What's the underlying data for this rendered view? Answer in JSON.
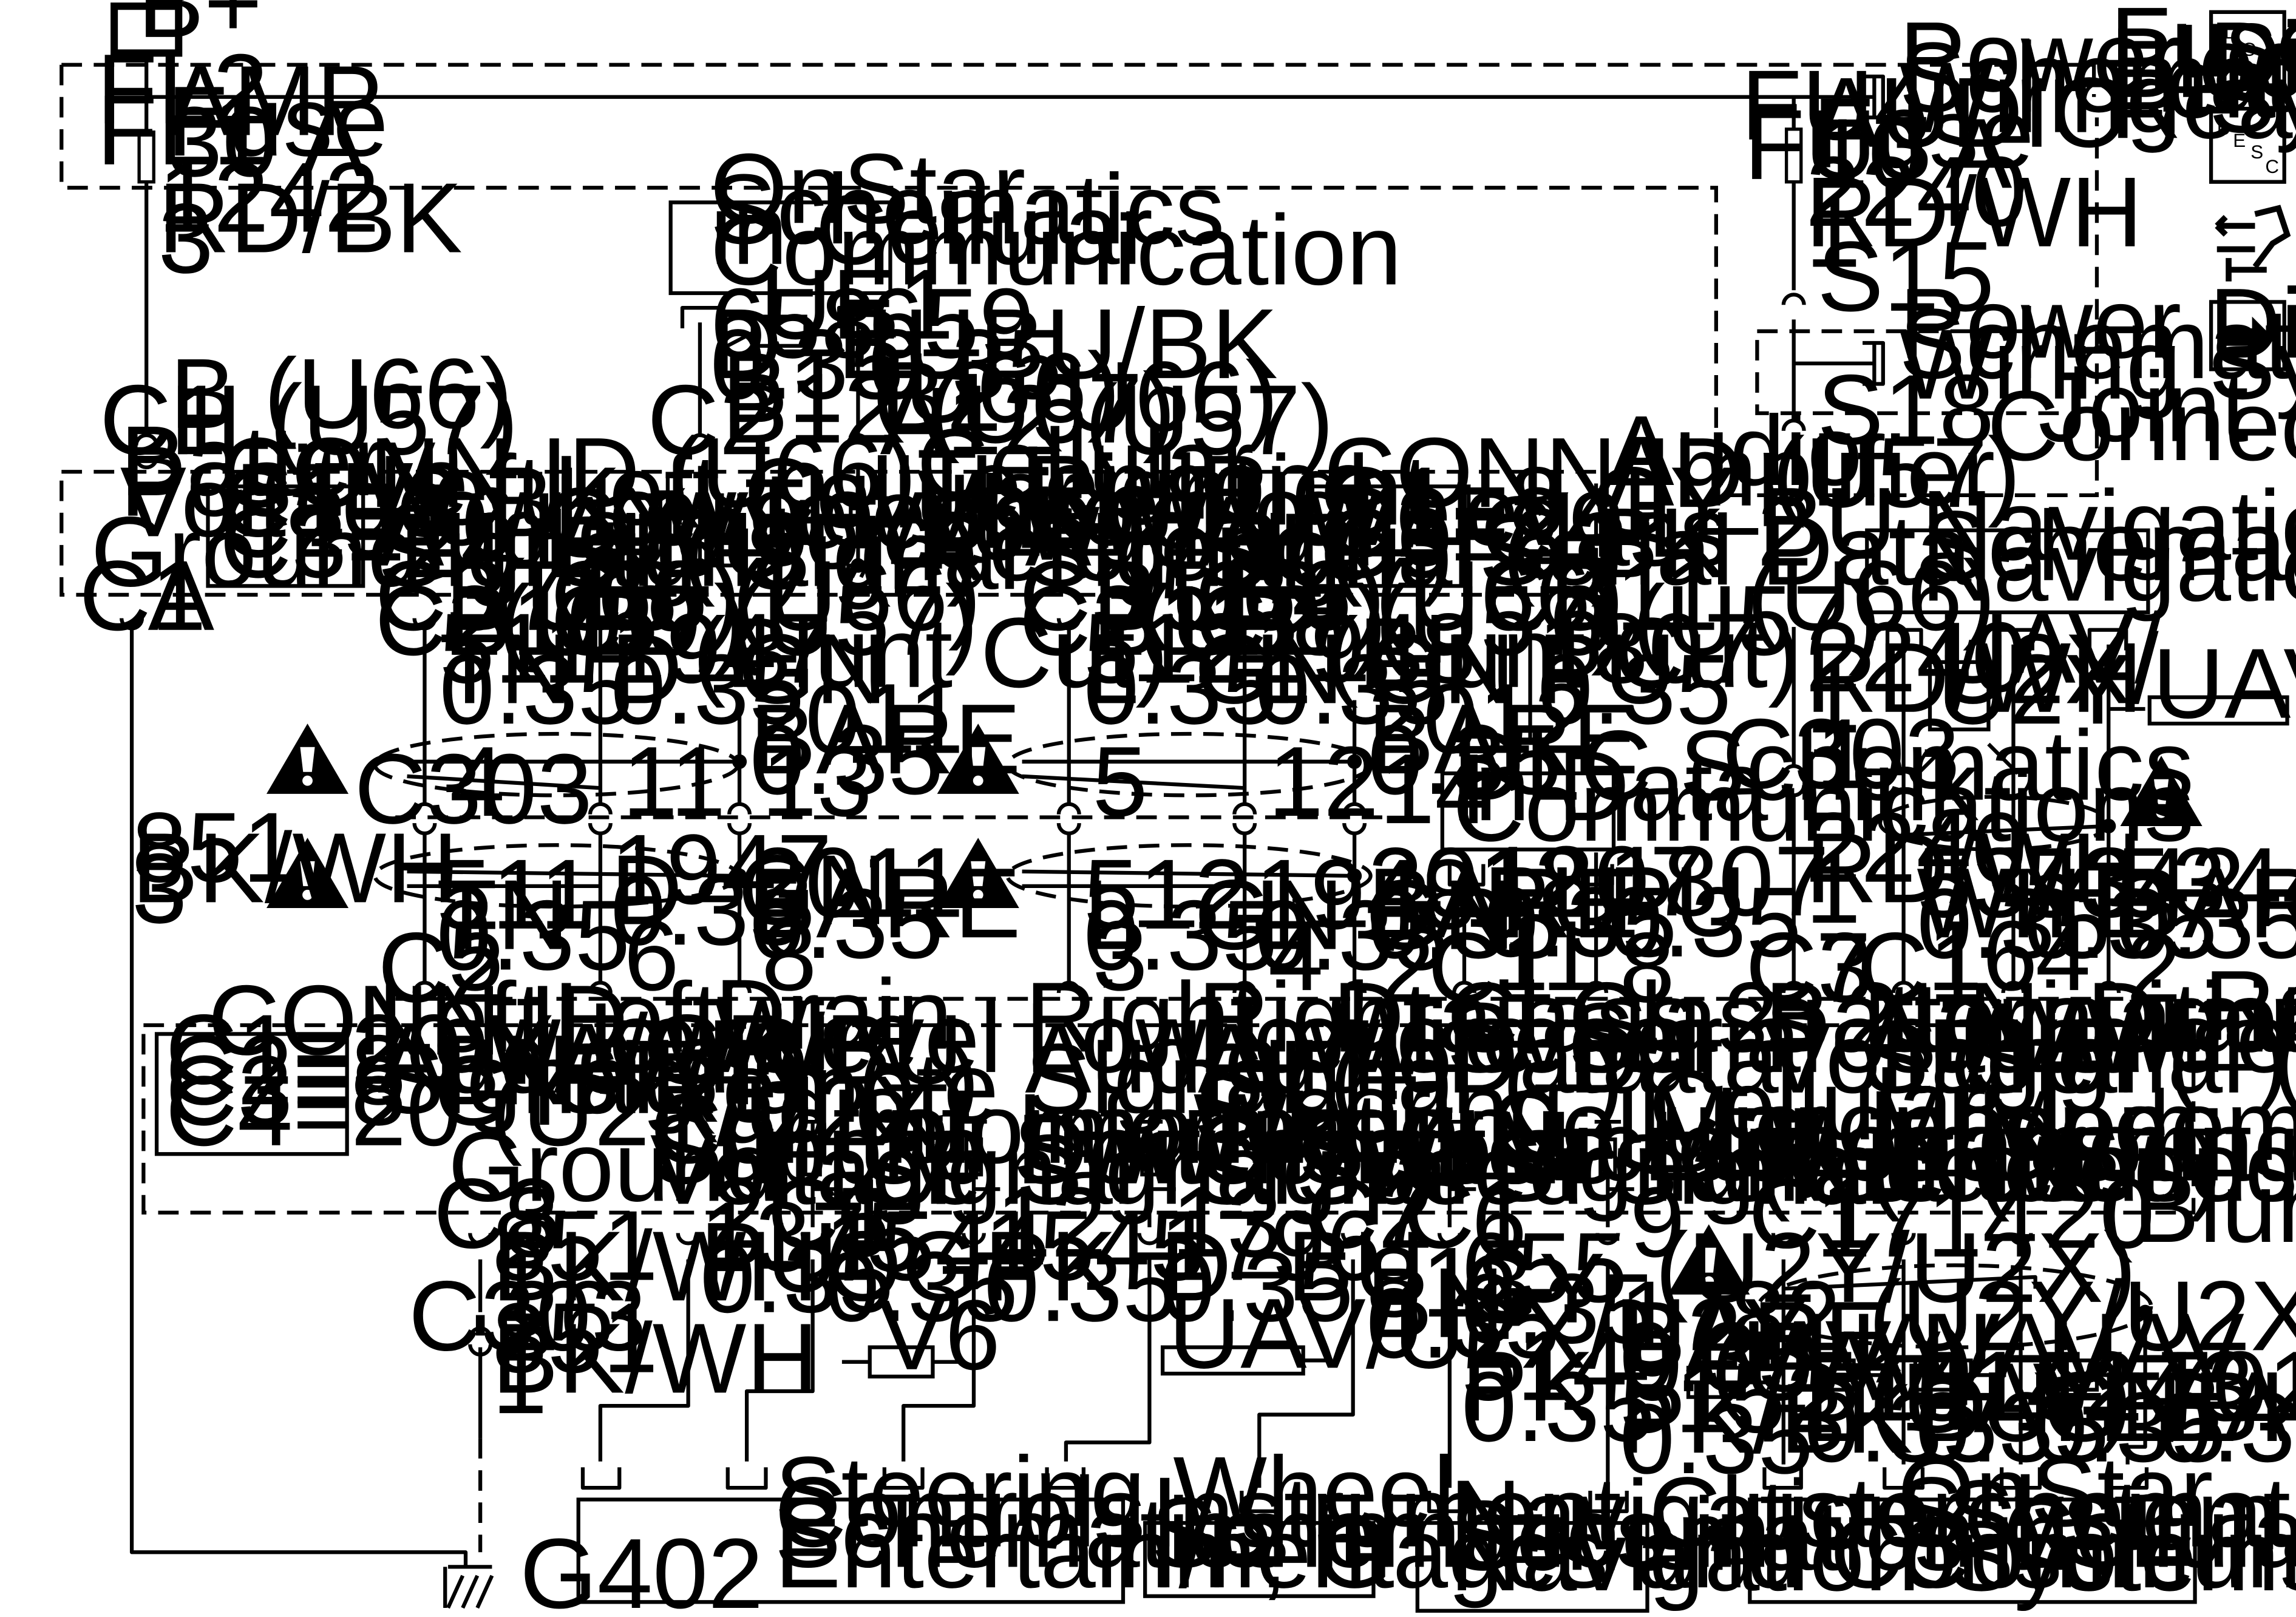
{
  "ink": "#000000",
  "paper": "#ffffff",
  "nav_icons": [
    {
      "name": "loc-icon",
      "letters": [
        "L",
        "O",
        "C"
      ]
    },
    {
      "name": "desc-icon",
      "letters": [
        "D",
        "E",
        "S",
        "C"
      ]
    },
    {
      "name": "connector-tool-icon"
    },
    {
      "name": "next-arrow-icon"
    }
  ],
  "labels": [
    {
      "t": "B+",
      "cls": "power-source"
    },
    {
      "t": "FL2"
    },
    {
      "t": "FL1"
    },
    {
      "t": "AMP"
    },
    {
      "t": "Fuse"
    },
    {
      "t": "30 A"
    },
    {
      "t": "Fuse"
    },
    {
      "t": "Block –"
    },
    {
      "t": "Left"
    },
    {
      "t": "Rear"
    },
    {
      "t": "Power Distribution"
    },
    {
      "t": "Schematics in"
    },
    {
      "t": "Wiring Systems"
    },
    {
      "t": "FU4"
    },
    {
      "t": "FU3"
    },
    {
      "t": "AUDIO"
    },
    {
      "t": "Fuse"
    },
    {
      "t": "10 A"
    },
    {
      "t": "1242"
    },
    {
      "t": "RD/BK"
    },
    {
      "t": "3"
    },
    {
      "t": "OnStar"
    },
    {
      "t": "Schematics"
    },
    {
      "t": "in Cellular"
    },
    {
      "t": "Communication"
    },
    {
      "t": "UE1"
    },
    {
      "t": "658"
    },
    {
      "t": "D–BU"
    },
    {
      "t": "0.35"
    },
    {
      "t": "659"
    },
    {
      "t": "L–BU/BK"
    },
    {
      "t": "0.35"
    },
    {
      "t": "2240"
    },
    {
      "t": "RD/WH"
    },
    {
      "t": "1"
    },
    {
      "t": "S15"
    },
    {
      "t": "Power Distribution"
    },
    {
      "t": "Schematics in"
    },
    {
      "t": "Wiring Systems"
    },
    {
      "t": "S18"
    },
    {
      "t": "Joint"
    },
    {
      "t": "Connector"
    },
    {
      "t": "B (U66)"
    },
    {
      "t": "H (U57)"
    },
    {
      "t": "C1"
    },
    {
      "t": "B1 (U66)"
    },
    {
      "t": "B12 (U57)"
    },
    {
      "t": "C2"
    },
    {
      "t": "B2 (U66)"
    },
    {
      "t": "A12 (U57)"
    },
    {
      "t": "Audio"
    },
    {
      "t": "Amplifier"
    },
    {
      "t": "Battery"
    },
    {
      "t": "Positive"
    },
    {
      "t": "Voltage"
    },
    {
      "t": "Ground"
    },
    {
      "t": "CONN ID (U66)"
    },
    {
      "t": "C1=2 BK"
    },
    {
      "t": "C2=16 GY"
    },
    {
      "t": "C3=24 L–BU"
    },
    {
      "t": "Left"
    },
    {
      "t": "Low Level"
    },
    {
      "t": "Audio"
    },
    {
      "t": "Signal (+)"
    },
    {
      "t": "Left"
    },
    {
      "t": "Low Level"
    },
    {
      "t": "Audio"
    },
    {
      "t": "Signal (–)"
    },
    {
      "t": "Cellular"
    },
    {
      "t": "Telephone"
    },
    {
      "t": "Voice"
    },
    {
      "t": "Signal"
    },
    {
      "t": "Cellular"
    },
    {
      "t": "Telephone"
    },
    {
      "t": "Voice"
    },
    {
      "t": "Low"
    },
    {
      "t": "Reference"
    },
    {
      "t": "Right"
    },
    {
      "t": "Low Level"
    },
    {
      "t": "Audio"
    },
    {
      "t": "Signal (+)"
    },
    {
      "t": "Right"
    },
    {
      "t": "Low Level"
    },
    {
      "t": "Audio"
    },
    {
      "t": "Signal (–)"
    },
    {
      "t": "CONN ID (U57)"
    },
    {
      "t": "C1=8 GY"
    },
    {
      "t": "C2=24 L–BU"
    },
    {
      "t": "C3=6 BK"
    },
    {
      "t": "Class 2"
    },
    {
      "t": "Serial Data"
    },
    {
      "t": "Navigation System"
    },
    {
      "t": "Schematics in"
    },
    {
      "t": "Navigation Systems"
    },
    {
      "t": "C1"
    },
    {
      "t": "A"
    },
    {
      "t": "C3"
    },
    {
      "t": "C2"
    },
    {
      "t": "B7"
    },
    {
      "t": "(U66)"
    },
    {
      "t": "B10"
    },
    {
      "t": "(U57)"
    },
    {
      "t": "C3"
    },
    {
      "t": "C2"
    },
    {
      "t": "B6 (U66)"
    },
    {
      "t": "B9 (U57)"
    },
    {
      "t": "C3"
    },
    {
      "t": "C2"
    },
    {
      "t": "B5"
    },
    {
      "t": "(U66)"
    },
    {
      "t": "B11"
    },
    {
      "t": "(U57)"
    },
    {
      "t": "C3"
    },
    {
      "t": "C2"
    },
    {
      "t": "B4 (U66)"
    },
    {
      "t": "B8 (U57)"
    },
    {
      "t": "C3"
    },
    {
      "t": "B11 (U66)"
    },
    {
      "t": "6 (U57)"
    },
    {
      "t": "511"
    },
    {
      "t": "TN"
    },
    {
      "t": "0.35"
    },
    {
      "t": "1947"
    },
    {
      "t": "D–GN"
    },
    {
      "t": "0.35"
    },
    {
      "t": "(Blunt Cut)"
    },
    {
      "t": "512"
    },
    {
      "t": "L–GN"
    },
    {
      "t": "0.35"
    },
    {
      "t": "1948"
    },
    {
      "t": "L–GN"
    },
    {
      "t": "0.35"
    },
    {
      "t": "(Blunt Cut)"
    },
    {
      "t": "1807"
    },
    {
      "t": "PU"
    },
    {
      "t": "0.35"
    },
    {
      "t": "UAV/"
    },
    {
      "t": "U2X/"
    },
    {
      "t": "U2Y"
    },
    {
      "t": "UAV/U2X/U2Y"
    },
    {
      "t": "2011"
    },
    {
      "t": "BARE"
    },
    {
      "t": "0.35"
    },
    {
      "t": "2012"
    },
    {
      "t": "BARE"
    },
    {
      "t": "0.35"
    },
    {
      "t": "DLC Schematics"
    },
    {
      "t": "in Data Link"
    },
    {
      "t": "Communications"
    },
    {
      "t": "2240"
    },
    {
      "t": "RD/WH"
    },
    {
      "t": "1"
    },
    {
      "t": "C303"
    },
    {
      "t": "4"
    },
    {
      "t": "11"
    },
    {
      "t": "13"
    },
    {
      "t": "5"
    },
    {
      "t": "12"
    },
    {
      "t": "14"
    },
    {
      "t": "C303"
    },
    {
      "t": "1"
    },
    {
      "t": "851"
    },
    {
      "t": "BK/WH"
    },
    {
      "t": "3"
    },
    {
      "t": "511"
    },
    {
      "t": "TN"
    },
    {
      "t": "0.35"
    },
    {
      "t": "1947"
    },
    {
      "t": "D–GN"
    },
    {
      "t": "0.35"
    },
    {
      "t": "2011"
    },
    {
      "t": "BARE"
    },
    {
      "t": "0.35"
    },
    {
      "t": "512"
    },
    {
      "t": "L–GN"
    },
    {
      "t": "0.35"
    },
    {
      "t": "1948"
    },
    {
      "t": "L–GN"
    },
    {
      "t": "0.35"
    },
    {
      "t": "2012"
    },
    {
      "t": "BARE"
    },
    {
      "t": "0.35"
    },
    {
      "t": "1807"
    },
    {
      "t": "PU"
    },
    {
      "t": "0.35"
    },
    {
      "t": "1807"
    },
    {
      "t": "PU"
    },
    {
      "t": "0.35"
    },
    {
      "t": "2240"
    },
    {
      "t": "RD/WH"
    },
    {
      "t": "1"
    },
    {
      "t": "5343"
    },
    {
      "t": "WH"
    },
    {
      "t": "0.35"
    },
    {
      "t": "5342"
    },
    {
      "t": "YE"
    },
    {
      "t": "0.35"
    },
    {
      "t": "5344"
    },
    {
      "t": "BARE"
    },
    {
      "t": "0.35"
    },
    {
      "t": "C2"
    },
    {
      "t": "5"
    },
    {
      "t": "6"
    },
    {
      "t": "8"
    },
    {
      "t": "3"
    },
    {
      "t": "4"
    },
    {
      "t": "2"
    },
    {
      "t": "C1"
    },
    {
      "t": "11"
    },
    {
      "t": "8"
    },
    {
      "t": "C3"
    },
    {
      "t": "7"
    },
    {
      "t": "C1"
    },
    {
      "t": "16"
    },
    {
      "t": "4"
    },
    {
      "t": "2"
    },
    {
      "t": "Radio"
    },
    {
      "t": "CONN ID"
    },
    {
      "t": "C1=20 YE/GR/BU"
    },
    {
      "t": "C2=8 BN"
    },
    {
      "t": "C3=8 GY"
    },
    {
      "t": "C4=20 (U2Y/U2X)"
    },
    {
      "t": "Left"
    },
    {
      "t": "Low Level"
    },
    {
      "t": "Audio"
    },
    {
      "t": "Signal (+)"
    },
    {
      "t": "Left"
    },
    {
      "t": "Low Level"
    },
    {
      "t": "Audio"
    },
    {
      "t": "Signal (–)"
    },
    {
      "t": "Drain"
    },
    {
      "t": "Wire"
    },
    {
      "t": "Right"
    },
    {
      "t": "Low Level"
    },
    {
      "t": "Audio"
    },
    {
      "t": "Signal (+)"
    },
    {
      "t": "Right"
    },
    {
      "t": "Low Level"
    },
    {
      "t": "Audio"
    },
    {
      "t": "Signal (–)"
    },
    {
      "t": "Drain"
    },
    {
      "t": "Wire"
    },
    {
      "t": "Class 2"
    },
    {
      "t": "Serial"
    },
    {
      "t": "Data"
    },
    {
      "t": "Class 2"
    },
    {
      "t": "Serial"
    },
    {
      "t": "Data"
    },
    {
      "t": "Battery"
    },
    {
      "t": "Positive"
    },
    {
      "t": "Voltage"
    },
    {
      "t": "Navigation"
    },
    {
      "t": "Audio"
    },
    {
      "t": "Signal (–)"
    },
    {
      "t": "Navigation"
    },
    {
      "t": "Audio"
    },
    {
      "t": "Signal (+)"
    },
    {
      "t": "Drain"
    },
    {
      "t": "Wire"
    },
    {
      "t": "Remote"
    },
    {
      "t": "Radio"
    },
    {
      "t": "Control"
    },
    {
      "t": "Supply"
    },
    {
      "t": "Voltage"
    },
    {
      "t": "Information"
    },
    {
      "t": "Up Switch"
    },
    {
      "t": "Signal"
    },
    {
      "t": "Information"
    },
    {
      "t": "Down Switch"
    },
    {
      "t": "Signal"
    },
    {
      "t": "Steering"
    },
    {
      "t": "Wheel"
    },
    {
      "t": "Controls"
    },
    {
      "t": "Signal"
    },
    {
      "t": "Vehicle"
    },
    {
      "t": "Speed Signal"
    },
    {
      "t": "Cellular"
    },
    {
      "t": "Microphone"
    },
    {
      "t": "Signal"
    },
    {
      "t": "Cellular"
    },
    {
      "t": "Microphone"
    },
    {
      "t": "Low"
    },
    {
      "t": "Reference"
    },
    {
      "t": "Modem"
    },
    {
      "t": "Receive"
    },
    {
      "t": "(Not used)"
    },
    {
      "t": "Modem"
    },
    {
      "t": "Transmit"
    },
    {
      "t": "(Not used)"
    },
    {
      "t": "Modem"
    },
    {
      "t": "Ground"
    },
    {
      "t": "(Not used)"
    },
    {
      "t": "Ground"
    },
    {
      "t": "C3"
    },
    {
      "t": "8"
    },
    {
      "t": "2"
    },
    {
      "t": "C1"
    },
    {
      "t": "5"
    },
    {
      "t": "12"
    },
    {
      "t": "13"
    },
    {
      "t": "C2"
    },
    {
      "t": "7"
    },
    {
      "t": "C1"
    },
    {
      "t": "6"
    },
    {
      "t": "9"
    },
    {
      "t": "C1"
    },
    {
      "t": "17"
    },
    {
      "t": "14"
    },
    {
      "t": "20"
    },
    {
      "t": "(Blunt Cut)"
    },
    {
      "t": "851"
    },
    {
      "t": "BK/WH"
    },
    {
      "t": "1"
    },
    {
      "t": "C303"
    },
    {
      "t": "26"
    },
    {
      "t": "851"
    },
    {
      "t": "BK/WH"
    },
    {
      "t": "1"
    },
    {
      "t": "1375"
    },
    {
      "t": "PU"
    },
    {
      "t": "0.35"
    },
    {
      "t": "1544"
    },
    {
      "t": "OG"
    },
    {
      "t": "0.35"
    },
    {
      "t": "1545"
    },
    {
      "t": "PK"
    },
    {
      "t": "0.35"
    },
    {
      "t": "1796"
    },
    {
      "t": "D–BU"
    },
    {
      "t": "0.35"
    },
    {
      "t": "V6"
    },
    {
      "t": "UAV/U2X/U2Y"
    },
    {
      "t": "818"
    },
    {
      "t": "BN"
    },
    {
      "t": "0.35"
    },
    {
      "t": "655 (U2Y/U2X)"
    },
    {
      "t": "GY"
    },
    {
      "t": "0.35"
    },
    {
      "t": "5149 (UAV)"
    },
    {
      "t": "PK"
    },
    {
      "t": "0.35"
    },
    {
      "t": "1782 (U2Y/U2X)"
    },
    {
      "t": "BARE"
    },
    {
      "t": "0.35"
    },
    {
      "t": "5152 (UAV)"
    },
    {
      "t": "PK/BK"
    },
    {
      "t": "0.35"
    },
    {
      "t": "UAV"
    },
    {
      "t": "UAV"
    },
    {
      "t": "UAV"
    },
    {
      "t": "UAV"
    },
    {
      "t": "5141"
    },
    {
      "t": "L–BU"
    },
    {
      "t": "0.35"
    },
    {
      "t": "5142"
    },
    {
      "t": "D–GN"
    },
    {
      "t": "0.35"
    },
    {
      "t": "5143"
    },
    {
      "t": "YE/BK"
    },
    {
      "t": "0.35"
    },
    {
      "t": "701"
    },
    {
      "t": "BARE"
    },
    {
      "t": "0.35"
    },
    {
      "t": "Steering Wheel"
    },
    {
      "t": "Controls"
    },
    {
      "t": "Schematics in"
    },
    {
      "t": "Entertainment"
    },
    {
      "t": "Instrument Cluster"
    },
    {
      "t": "Schematics in"
    },
    {
      "t": "I/P, Gages and Console"
    },
    {
      "t": "Navigation System"
    },
    {
      "t": "Schematics in"
    },
    {
      "t": "Navigation Systems"
    },
    {
      "t": "OnStar"
    },
    {
      "t": "Schematics"
    },
    {
      "t": "in Cellular"
    },
    {
      "t": "Communication"
    },
    {
      "t": "G402"
    }
  ]
}
